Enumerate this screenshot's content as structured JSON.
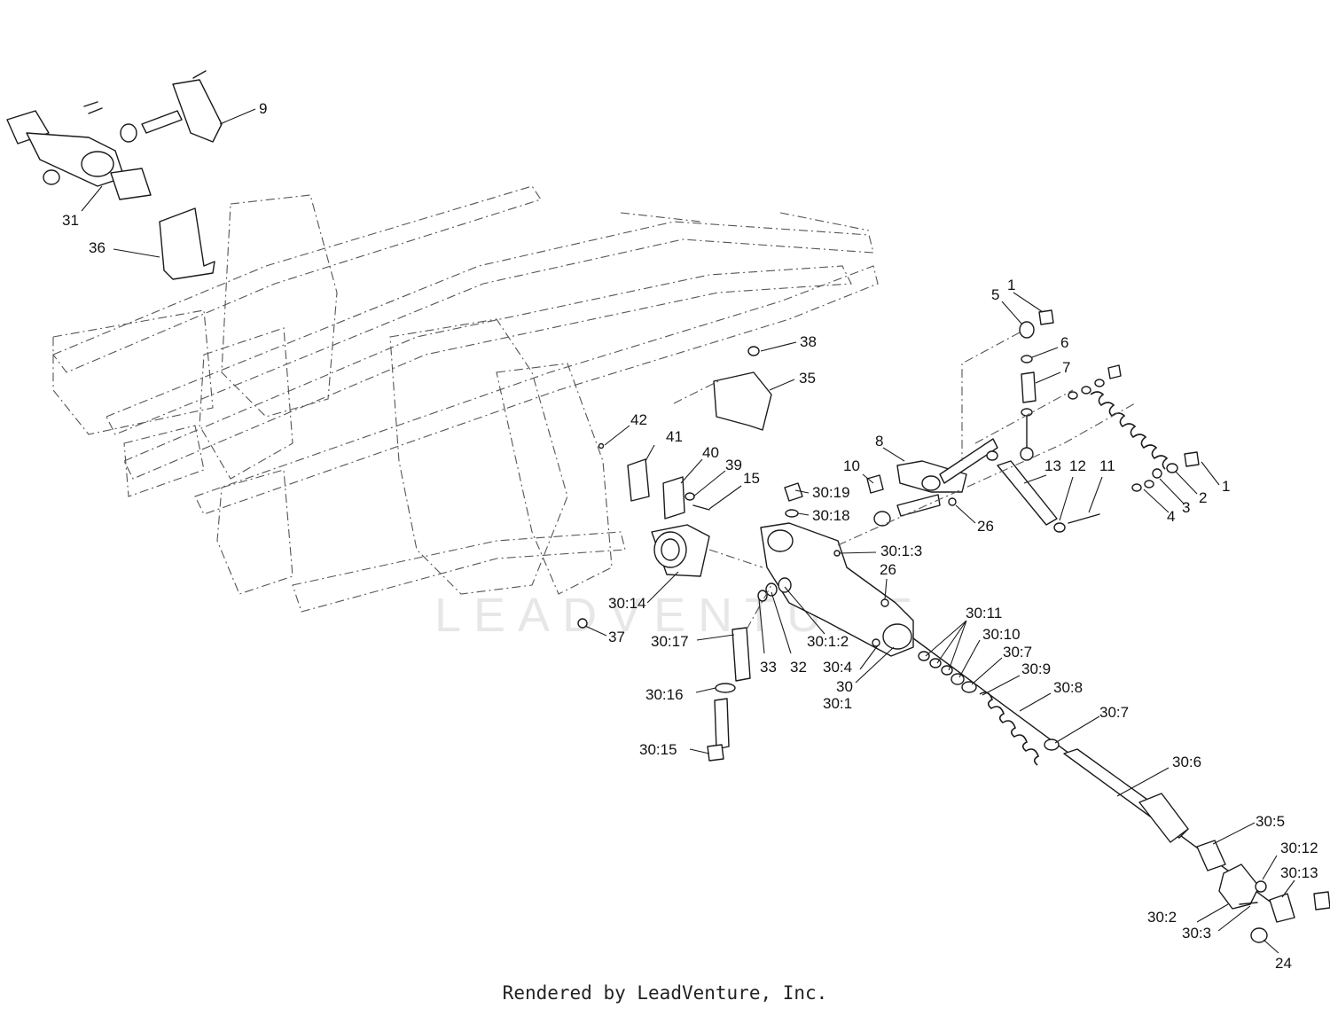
{
  "watermark": "LEADVENTURE",
  "footer": "Rendered by LeadVenture, Inc.",
  "callouts": {
    "c1a": "1",
    "c5": "5",
    "c6": "6",
    "c7": "7",
    "c8": "8",
    "c9": "9",
    "c10": "10",
    "c13": "13",
    "c12": "12",
    "c11": "11",
    "c26a": "26",
    "c1b": "1",
    "c2": "2",
    "c3": "3",
    "c4": "4",
    "c31": "31",
    "c36": "36",
    "c38": "38",
    "c35": "35",
    "c42": "42",
    "c41": "41",
    "c40": "40",
    "c39": "39",
    "c15": "15",
    "c30_19": "30:19",
    "c30_18": "30:18",
    "c30_1_3": "30:1:3",
    "c26b": "26",
    "c30_14": "30:14",
    "c37": "37",
    "c30_17": "30:17",
    "c33": "33",
    "c32": "32",
    "c30_1_2": "30:1:2",
    "c30_4": "30:4",
    "c30": "30",
    "c30_1": "30:1",
    "c30_11": "30:11",
    "c30_10": "30:10",
    "c30_7a": "30:7",
    "c30_9": "30:9",
    "c30_8": "30:8",
    "c30_7b": "30:7",
    "c30_16": "30:16",
    "c30_15": "30:15",
    "c30_6": "30:6",
    "c30_5": "30:5",
    "c30_12": "30:12",
    "c30_13": "30:13",
    "c30_2": "30:2",
    "c30_3": "30:3",
    "c24": "24"
  }
}
